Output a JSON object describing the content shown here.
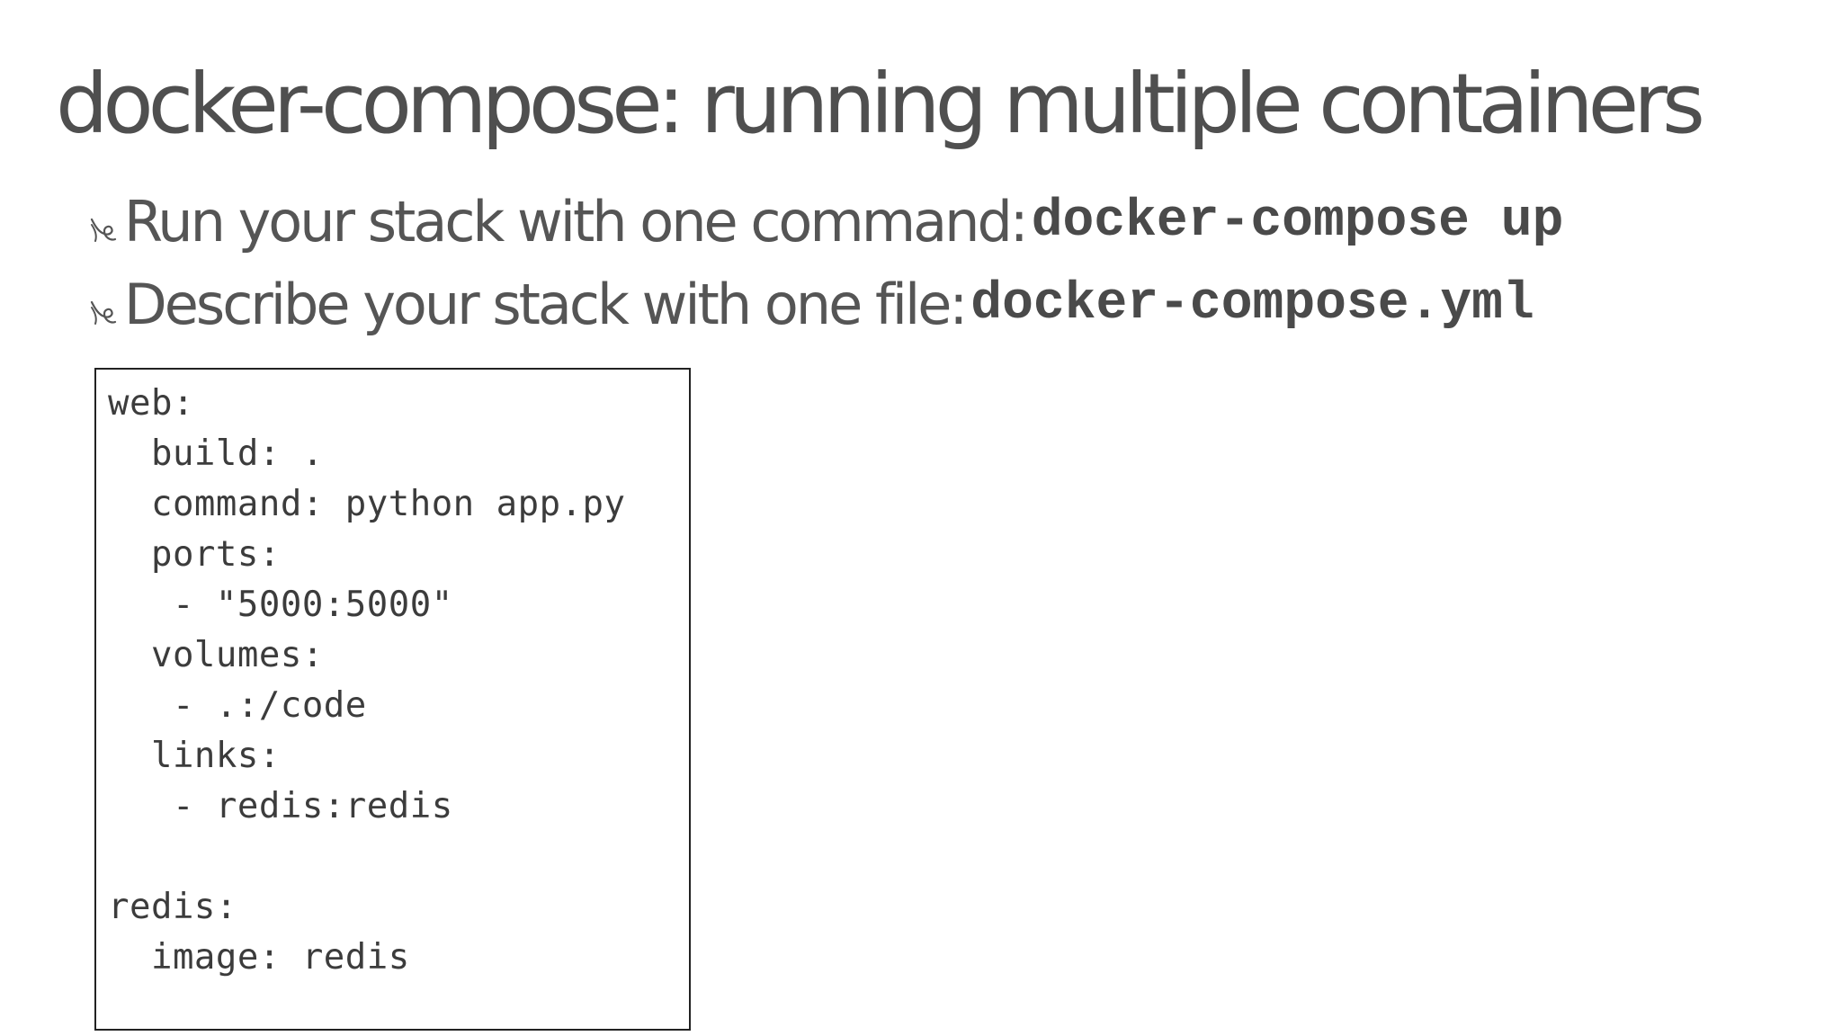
{
  "slide": {
    "title": "docker-compose: running multiple containers"
  },
  "bullets": [
    {
      "icon": "swirl-bullet-icon",
      "text": "Run your stack with one command:",
      "code": "docker-compose up"
    },
    {
      "icon": "swirl-bullet-icon",
      "text": "Describe your stack with one file:",
      "code": "docker-compose.yml"
    }
  ],
  "code_block": {
    "content": "web:\n  build: .\n  command: python app.py\n  ports:\n   - \"5000:5000\"\n  volumes:\n   - .:/code\n  links:\n   - redis:redis\n\nredis:\n  image: redis"
  },
  "colors": {
    "text": "#505050",
    "border": "#222222",
    "background": "#ffffff"
  }
}
